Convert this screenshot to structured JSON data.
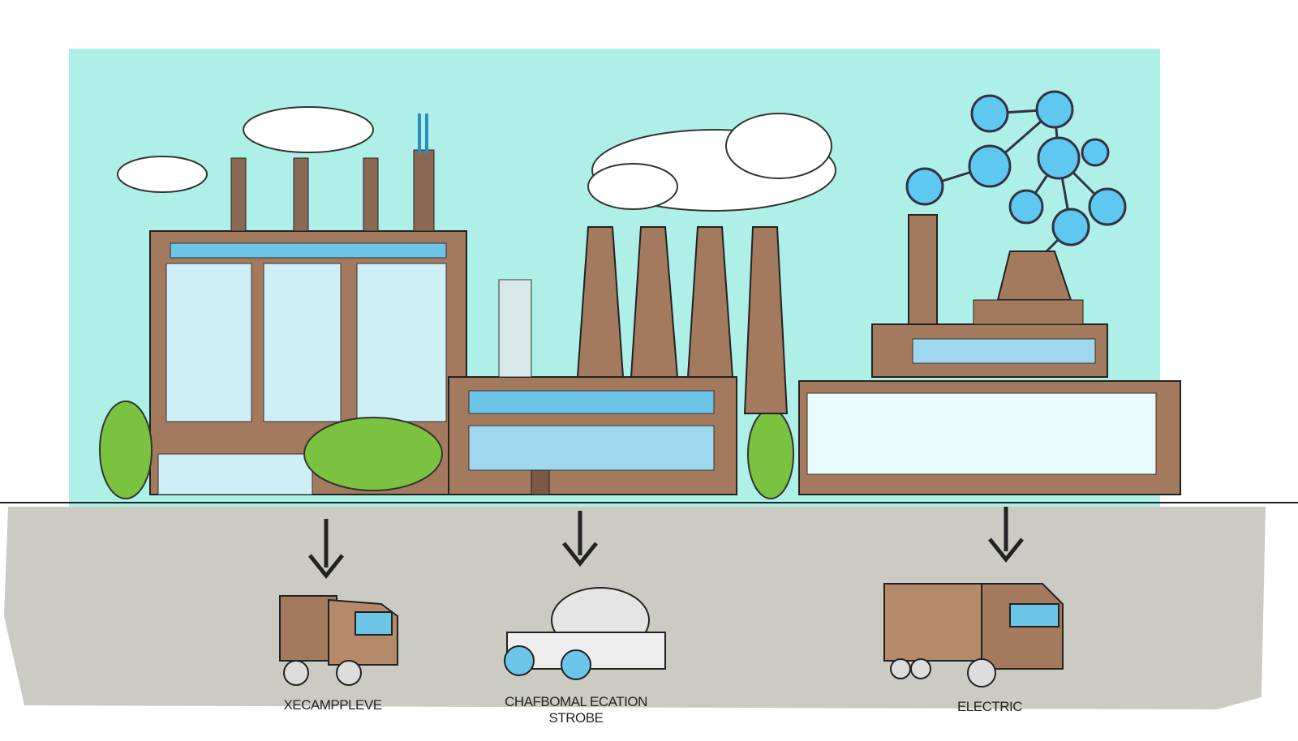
{
  "labels": {
    "left_truck": "XECAMPPLEVE",
    "middle_truck_line1": "CHAFBOMAL ECATION",
    "middle_truck_line2": "STROBE",
    "right_truck": "ELECTRIC"
  },
  "colors": {
    "sky": "#aef0e8",
    "ground": "#cbcbc3",
    "brick": "#a47a5e",
    "glass": "#9fd8ee",
    "tree": "#7cc241"
  }
}
